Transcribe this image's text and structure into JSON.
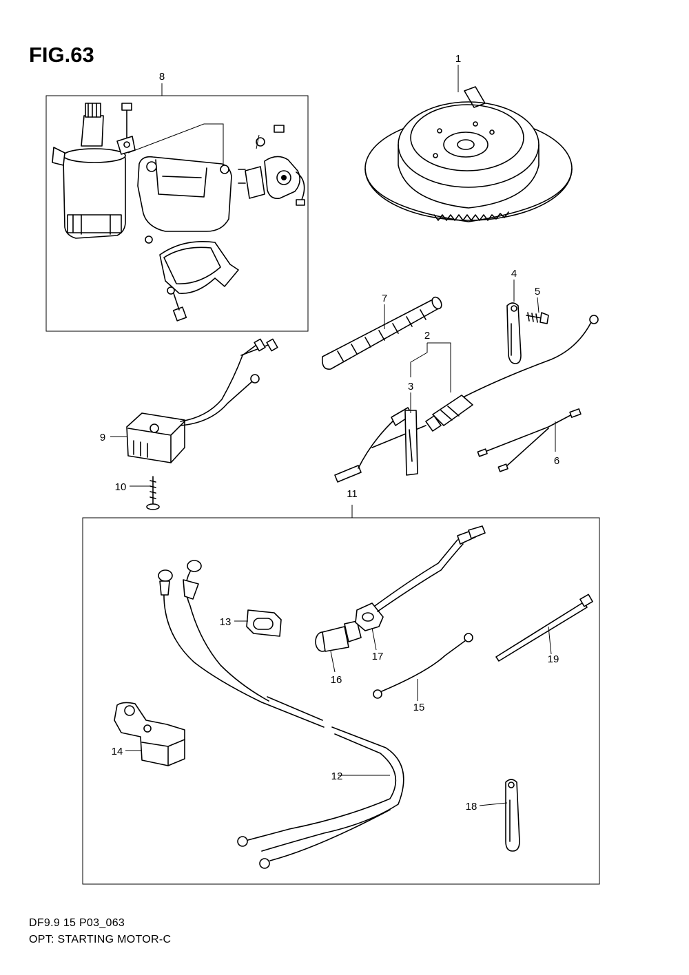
{
  "figure": {
    "title": "FIG.63",
    "code": "DF9.9 15 P03_063",
    "description": "OPT: STARTING MOTOR-C"
  },
  "callouts": [
    "1",
    "2",
    "3",
    "4",
    "5",
    "6",
    "7",
    "8",
    "9",
    "10",
    "11",
    "12",
    "13",
    "14",
    "15",
    "16",
    "17",
    "18",
    "19"
  ]
}
